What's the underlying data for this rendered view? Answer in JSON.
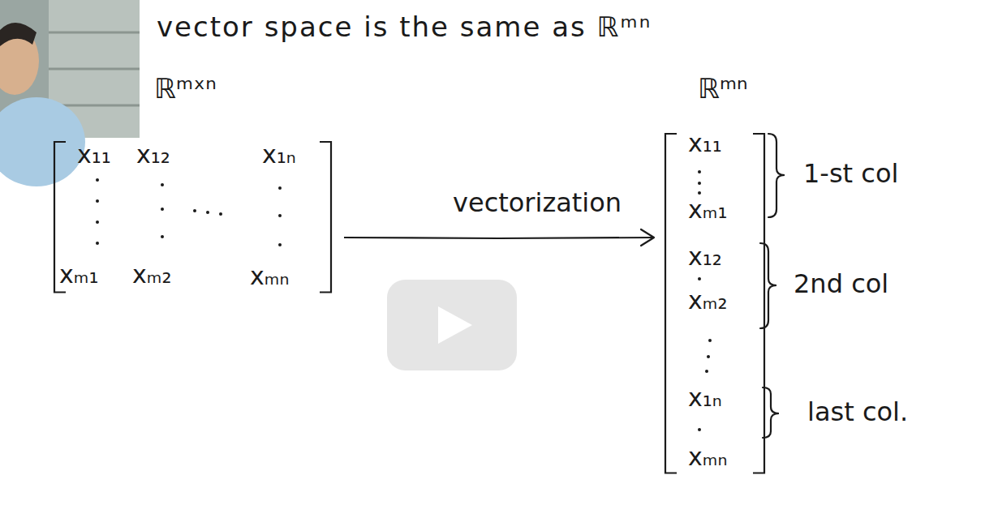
{
  "diagram": {
    "title": "vector space is the same as ℝᵐⁿ",
    "nodes": [
      {
        "text": [
          "ℝᵐˣⁿ",
          "x₁₁",
          "x₁₂",
          "x₁ₙ",
          "xₘ₁",
          "xₘ₂",
          "xₘₙ"
        ]
      },
      {
        "text": [
          "ℝᵐⁿ",
          "x₁₁",
          "xₘ₁",
          "x₁₂",
          "xₘ₂",
          "x₁ₙ",
          "xₘₙ"
        ]
      }
    ],
    "edges": [
      {
        "from": 0,
        "to": 1,
        "arrow": "to",
        "label": "vectorization"
      }
    ],
    "labels": [
      "1-st col",
      "2nd col",
      "last col."
    ]
  }
}
